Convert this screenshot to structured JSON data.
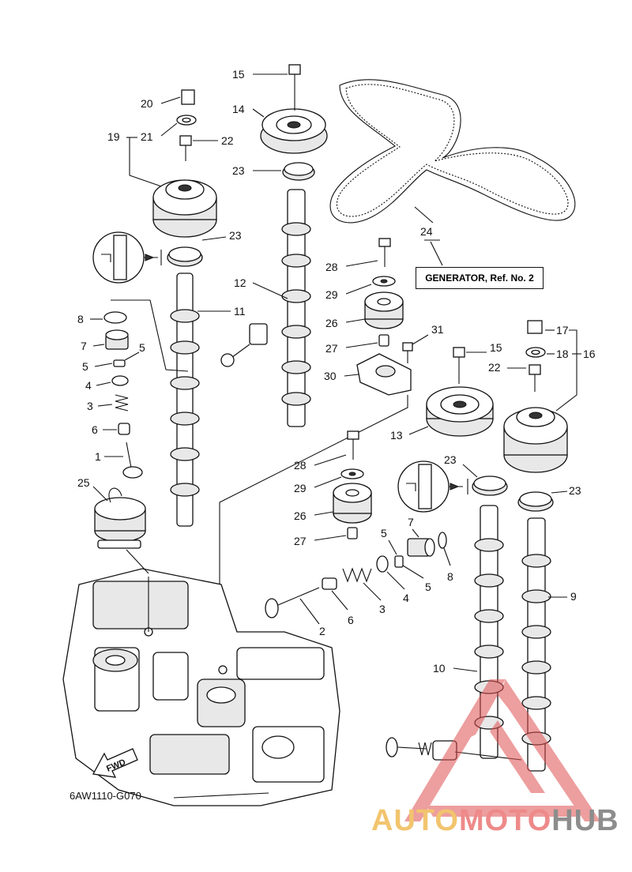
{
  "labels": {
    "l1": "1",
    "l2": "2",
    "l3": "3",
    "l4": "4",
    "l5": "5",
    "l6": "6",
    "l7": "7",
    "l8": "8",
    "l9": "9",
    "l10": "10",
    "l11": "11",
    "l12": "12",
    "l13": "13",
    "l14": "14",
    "l15": "15",
    "l16": "16",
    "l17": "17",
    "l18": "18",
    "l19": "19",
    "l20": "20",
    "l21": "21",
    "l22": "22",
    "l23": "23",
    "l24": "24",
    "l25": "25",
    "l26": "26",
    "l27": "27",
    "l28": "28",
    "l29": "29",
    "l30": "30",
    "l31": "31"
  },
  "reference_box": "GENERATOR,  Ref. No. 2",
  "fwd_label": "FWD",
  "diagram_code": "6AW1110-G070",
  "watermark": {
    "part1": "AUTO",
    "part2": "MOTO",
    "part3": "HUB"
  },
  "colors": {
    "watermark_yellow": "#f2c46e",
    "watermark_red": "#ee8a8a",
    "watermark_gray": "#8d8d8d"
  }
}
